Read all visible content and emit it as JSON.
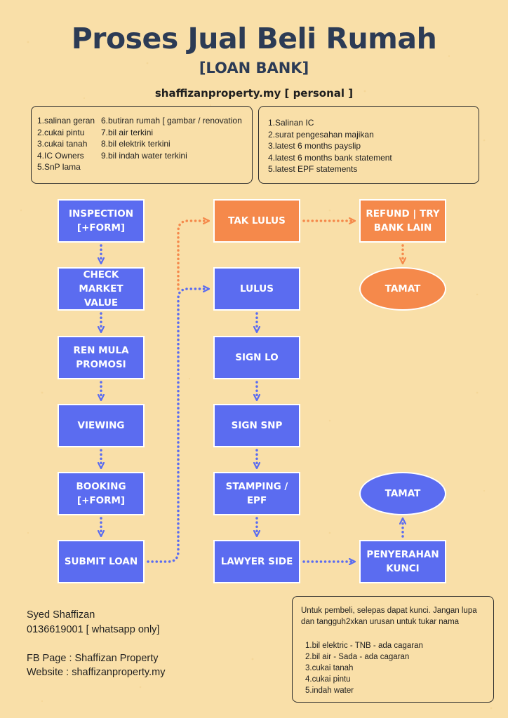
{
  "header": {
    "title": "Proses Jual Beli Rumah",
    "subtitle": "[LOAN BANK]",
    "website": "shaffizanproperty.my [ personal ]"
  },
  "documents_left": {
    "col1": [
      "1.salinan geran",
      "2.cukai pintu",
      "3.cukai tanah",
      "4.IC Owners",
      "5.SnP lama"
    ],
    "col2": [
      "6.butiran rumah [ gambar / renovation",
      "7.bil air terkini",
      "8.bil elektrik terkini",
      "9.bil indah water terkini"
    ]
  },
  "documents_right": {
    "items": [
      "1.Salinan IC",
      "2.surat pengesahan majikan",
      "3.latest 6 months payslip",
      "4.latest 6 months bank statement",
      "5.latest EPF statements"
    ]
  },
  "flow": {
    "inspection": "INSPECTION [+FORM]",
    "check_market_value": "CHECK MARKET VALUE",
    "ren_mula_promosi": "REN MULA PROMOSI",
    "viewing": "VIEWING",
    "booking": "BOOKING [+FORM]",
    "submit_loan": "SUBMIT LOAN",
    "tak_lulus": "TAK LULUS",
    "lulus": "LULUS",
    "sign_lo": "SIGN LO",
    "sign_snp": "SIGN SNP",
    "stamping_epf": "STAMPING / EPF",
    "lawyer_side": "LAWYER SIDE",
    "refund_try_bank_lain": "REFUND | TRY BANK LAIN",
    "tamat_rejected": "TAMAT",
    "tamat_done": "TAMAT",
    "penyerahan_kunci": "PENYERAHAN KUNCI"
  },
  "contact": {
    "name": "Syed Shaffizan",
    "phone": "0136619001 [ whatsapp only]",
    "fb_page": "FB Page : Shaffizan Property",
    "website": "Website : shaffizanproperty.my"
  },
  "note": {
    "intro": "Untuk pembeli, selepas dapat kunci. Jangan lupa dan tangguh2xkan urusan untuk tukar nama",
    "items": [
      "1.bil elektric - TNB - ada cagaran",
      "2.bil air - Sada - ada cagaran",
      "3.cukai tanah",
      "4.cukai pintu",
      "5.indah water"
    ]
  },
  "colors": {
    "background": "#f9dfa8",
    "title": "#2c3b55",
    "step_blue": "#5b6cf0",
    "step_orange": "#f5894b",
    "arrow_blue": "#5b6cf0",
    "arrow_orange": "#f5894b"
  }
}
